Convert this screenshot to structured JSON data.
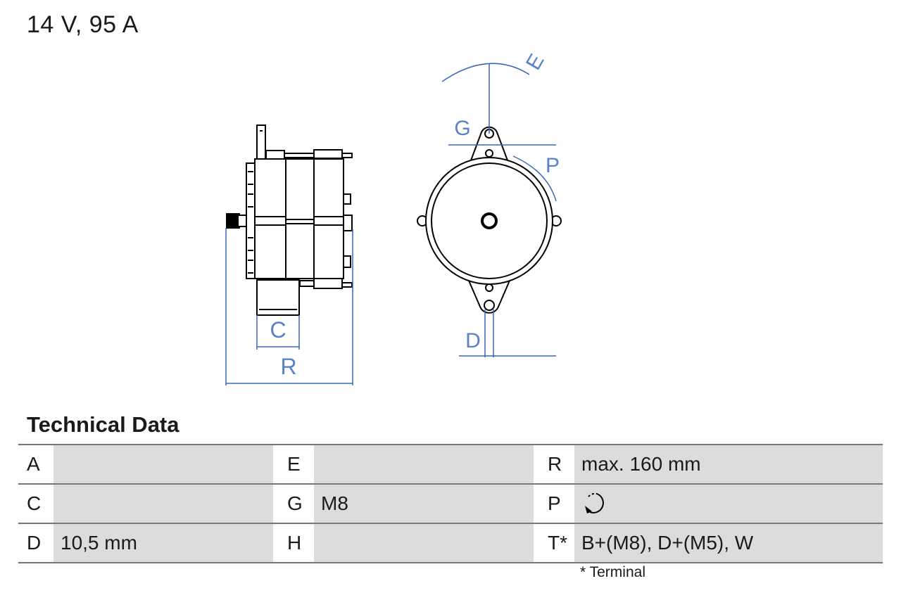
{
  "header": {
    "title": "14 V, 95 A"
  },
  "drawing": {
    "labels": {
      "C": "C",
      "R": "R",
      "G": "G",
      "E": "E",
      "P": "P",
      "D": "D"
    },
    "line_color": "#000000",
    "dimension_color": "#3a66b8"
  },
  "technical_data": {
    "title": "Technical Data",
    "rows": [
      {
        "k1": "A",
        "v1": "",
        "k2": "E",
        "v2": "",
        "k3": "R",
        "v3": "max. 160 mm"
      },
      {
        "k1": "C",
        "v1": "",
        "k2": "G",
        "v2": "M8",
        "k3": "P",
        "v3_icon": "rotation-clockwise-icon"
      },
      {
        "k1": "D",
        "v1": "10,5 mm",
        "k2": "H",
        "v2": "",
        "k3": "T*",
        "v3": "B+(M8), D+(M5), W"
      }
    ],
    "footnote": "* Terminal"
  }
}
